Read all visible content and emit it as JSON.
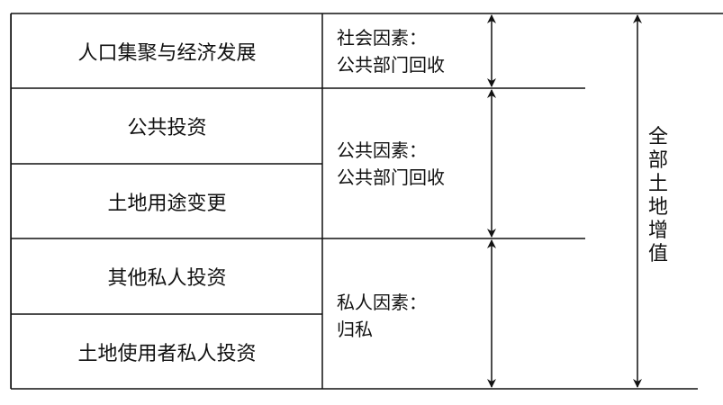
{
  "factors": [
    {
      "label": "人口集聚与经济发展"
    },
    {
      "label": "公共投资"
    },
    {
      "label": "土地用途变更"
    },
    {
      "label": "其他私人投资"
    },
    {
      "label": "土地使用者私人投资"
    }
  ],
  "causes": [
    {
      "line1": "社会因素：",
      "line2": "公共部门回收"
    },
    {
      "line1": "公共因素：",
      "line2": "公共部门回收"
    },
    {
      "line1": "私人因素：",
      "line2": "归私"
    }
  ],
  "total": {
    "chars": [
      "全",
      "部",
      "土",
      "地",
      "增",
      "值"
    ]
  }
}
